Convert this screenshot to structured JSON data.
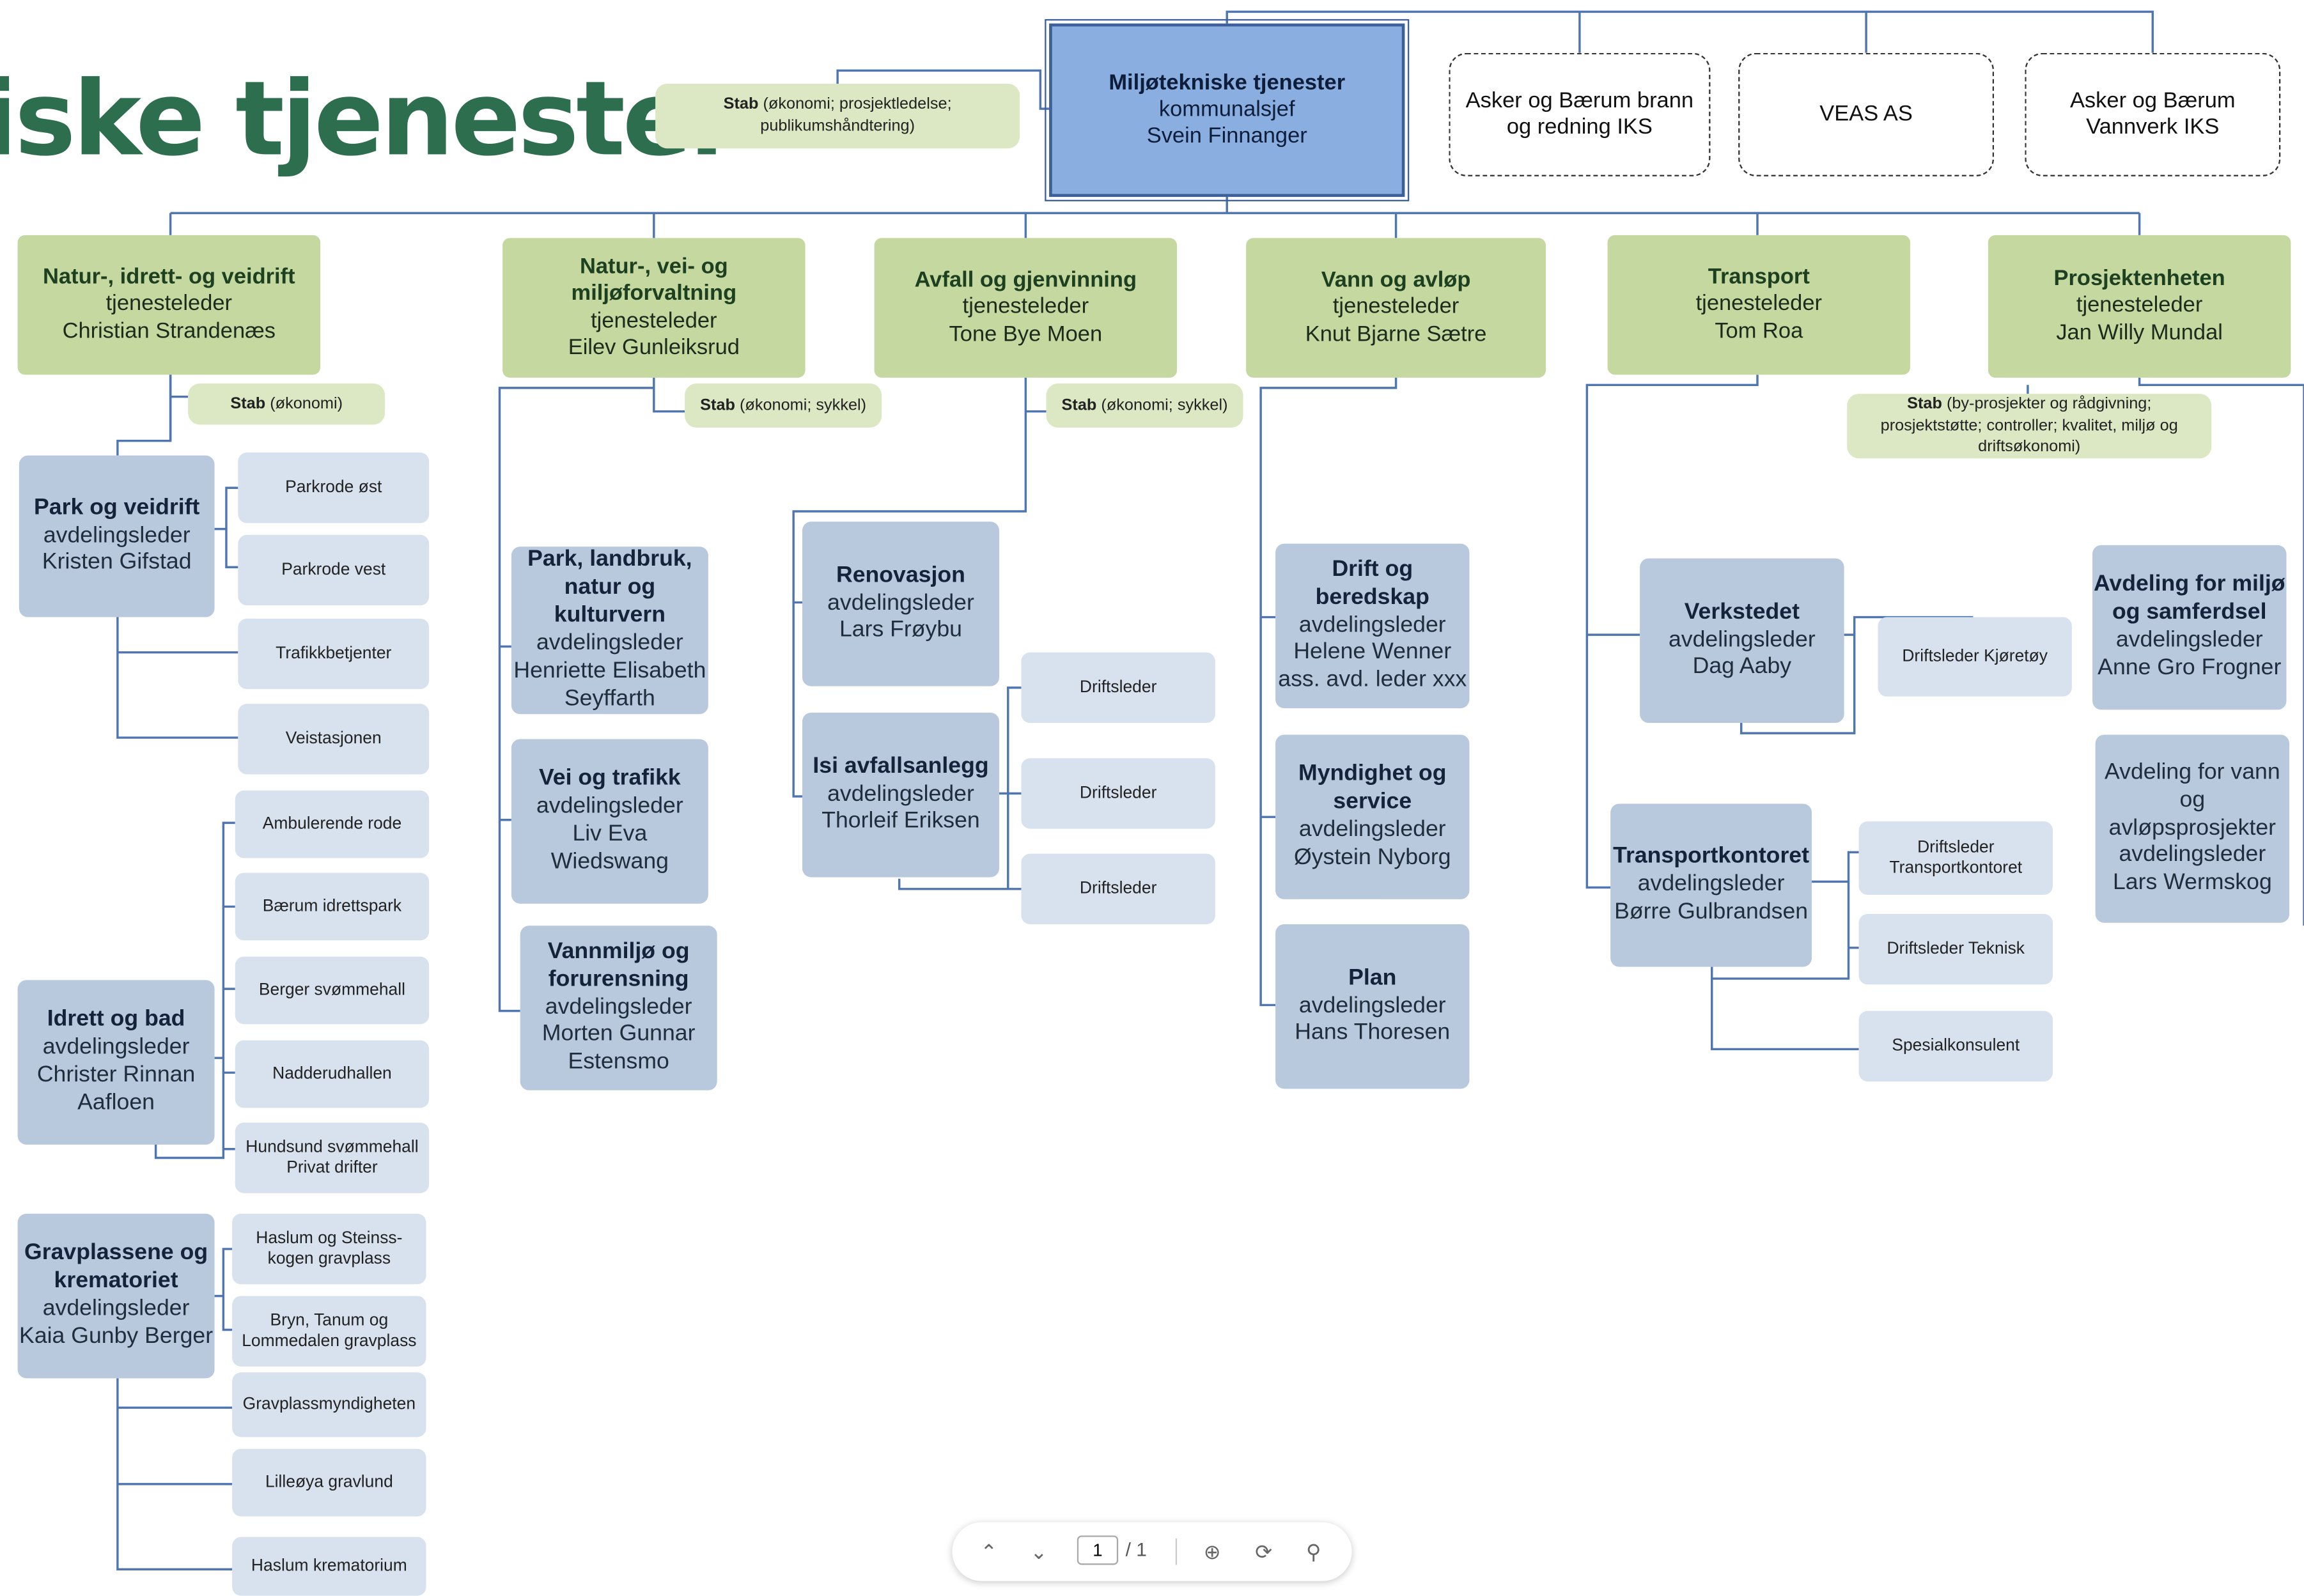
{
  "title": "iske tjenester",
  "top": {
    "name": "Miljøtekniske tjenester",
    "role": "kommunalsjef",
    "person": "Svein Finnanger"
  },
  "top_stab": {
    "label": "Stab",
    "text1": "(økonomi; prosjektledelse;",
    "text2": "publikumshåndtering)"
  },
  "external": [
    "Asker og Bærum brann og redning IKS",
    "VEAS AS",
    "Asker og Bærum Vannverk IKS"
  ],
  "units": [
    {
      "name": "Natur-, idrett- og veidrift",
      "role": "tjenesteleder",
      "person": "Christian Strandenæs"
    },
    {
      "name": "Natur-, vei- og miljøforvaltning",
      "role": "tjenesteleder",
      "person": "Eilev Gunleiksrud"
    },
    {
      "name": "Avfall og gjenvinning",
      "role": "tjenesteleder",
      "person": "Tone Bye Moen"
    },
    {
      "name": "Vann og avløp",
      "role": "tjenesteleder",
      "person": "Knut Bjarne Sætre"
    },
    {
      "name": "Transport",
      "role": "tjenesteleder",
      "person": "Tom Roa"
    },
    {
      "name": "Prosjektenheten",
      "role": "tjenesteleder",
      "person": "Jan Willy Mundal"
    }
  ],
  "stabs": [
    {
      "label": "Stab",
      "text": "(økonomi)"
    },
    {
      "label": "Stab",
      "text": "(økonomi; sykkel)"
    },
    {
      "label": "Stab",
      "text": "(økonomi; sykkel)"
    },
    {
      "label": "Stab",
      "text1": "(by-prosjekter og rådgivning;",
      "text2": "prosjektstøtte; controller; kvalitet, miljø og",
      "text3": "driftsøkonomi)"
    }
  ],
  "depts": {
    "park": {
      "name": "Park og veidrift",
      "role": "avdelingsleder",
      "person": "Kristen Gifstad"
    },
    "idrett": {
      "name": "Idrett og bad",
      "role": "avdelingsleder",
      "person": "Christer Rinnan Aafloen"
    },
    "grav": {
      "name": "Gravplassene og krematoriet",
      "role": "avdelingsleder",
      "person": "Kaia Gunby Berger"
    },
    "parkland": {
      "name": "Park, landbruk, natur og kulturvern",
      "role": "avdelingsleder",
      "person": "Henriette Elisabeth Seyffarth"
    },
    "vei": {
      "name": "Vei og trafikk",
      "role": "avdelingsleder",
      "person": "Liv Eva Wiedswang"
    },
    "vannmiljo": {
      "name": "Vannmiljø og forurensning",
      "role": "avdelingsleder",
      "person": "Morten Gunnar Estensmo"
    },
    "renovasjon": {
      "name": "Renovasjon",
      "role": "avdelingsleder",
      "person": "Lars Frøybu"
    },
    "isi": {
      "name": "Isi avfallsanlegg",
      "role": "avdelingsleder",
      "person": "Thorleif Eriksen"
    },
    "drift": {
      "name": "Drift og beredskap",
      "role": "avdelingsleder",
      "person": "Helene Wenner",
      "extra": "ass. avd. leder xxx"
    },
    "myndighet": {
      "name": "Myndighet og service",
      "role": "avdelingsleder",
      "person": "Øystein Nyborg"
    },
    "plan": {
      "name": "Plan",
      "role": "avdelingsleder",
      "person": "Hans Thoresen"
    },
    "verksted": {
      "name": "Verkstedet",
      "role": "avdelingsleder",
      "person": "Dag Aaby"
    },
    "transportkontor": {
      "name": "Transportkontoret",
      "role": "avdelingsleder",
      "person": "Børre Gulbrandsen"
    },
    "miljo": {
      "name": "Avdeling for miljø og samferdsel",
      "role": "avdelingsleder",
      "person": "Anne Gro Frogner"
    },
    "vannprosj": {
      "name": "Avdeling for vann og avløpsprosjekter",
      "role": "avdelingsleder",
      "person": "Lars Wermskog"
    }
  },
  "leaves": {
    "park": [
      "Parkrode øst",
      "Parkrode vest",
      "Trafikkbetjenter",
      "Veistasjonen"
    ],
    "idrett": [
      "Ambulerende rode",
      "Bærum idrettspark",
      "Berger svømmehall",
      "Nadderudhallen",
      "Hundsund svømmehall",
      "Privat drifter"
    ],
    "grav": [
      "Haslum og Steinss-",
      "kogen gravplass",
      "Bryn, Tanum og",
      "Lommedalen gravplass",
      "Gravplassmyndigheten",
      "Lilleøya gravlund",
      "Haslum krematorium"
    ],
    "isi": [
      "Driftsleder",
      "Driftsleder",
      "Driftsleder"
    ],
    "verksted": [
      "Driftsleder Kjøretøy"
    ],
    "transport": [
      "Driftsleder",
      "Transportkontoret",
      "Driftsleder Teknisk",
      "Spesialkonsulent"
    ]
  },
  "pager": {
    "current": "1",
    "total": "/ 1"
  }
}
